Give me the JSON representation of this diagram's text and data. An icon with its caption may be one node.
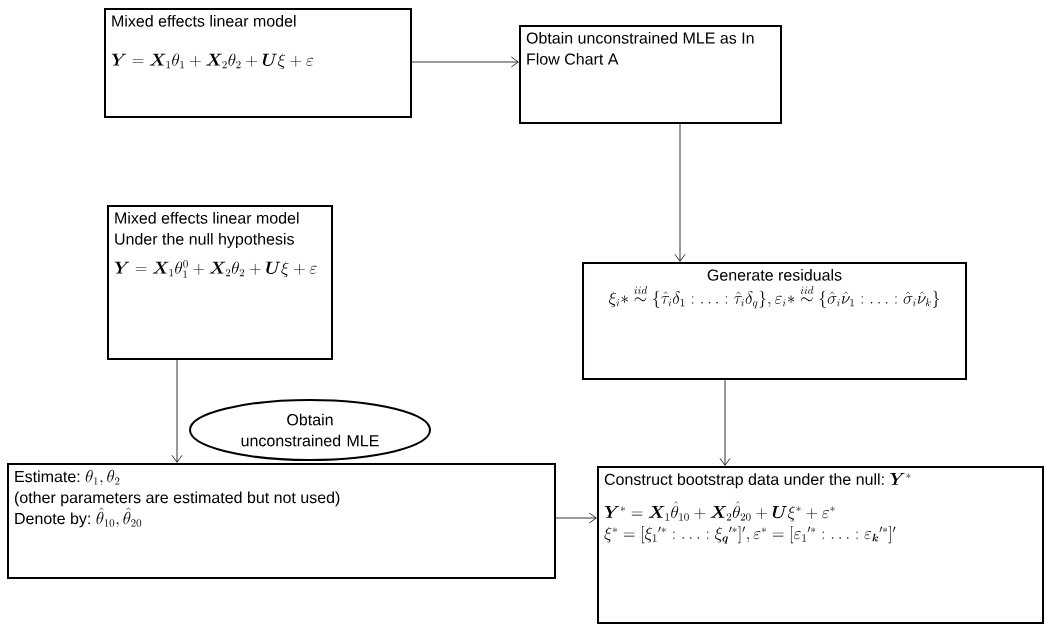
{
  "diagram": {
    "nodes": [
      {
        "text": [
          "Mixed effects linear model",
          "\\bm{Y} = \\bm{X}_1\\theta_1 + \\bm{X}_2\\theta_2 + \\bm{U}\\xi + \\varepsilon"
        ]
      },
      {
        "text": [
          "Obtain unconstrained MLE as In Flow Chart A"
        ]
      },
      {
        "text": [
          "Mixed effects linear model Under the null hypothesis",
          "\\bm{Y} = \\bm{X}_1\\theta_1^0 + \\bm{X}_2\\theta_2 + \\bm{U}\\xi + \\varepsilon"
        ]
      },
      {
        "text": [
          "Generate residuals",
          "\\xi_i{*} \\overset{iid}{\\sim} \\{\\hat{\\tau}_i\\delta_1 : \\ldots : \\hat{\\tau}_i\\delta_q\\}, \\varepsilon_i{*} \\overset{iid}{\\sim} \\{\\hat{\\sigma}_i\\hat{\\nu}_1 : \\ldots : \\hat{\\sigma}_i\\hat{\\nu}_k\\}"
        ]
      },
      {
        "text": [
          "Obtain unconstrained MLE"
        ]
      },
      {
        "text": [
          "Estimate:",
          "\\theta_1, \\theta_2",
          "(other parameters are estimated but not used)",
          "Denote by:",
          "\\hat{\\theta}_{10}, \\hat{\\theta}_{20}"
        ]
      },
      {
        "text": [
          "Construct bootstrap data under the null:",
          "\\bm{Y}^*",
          "\\bm{Y}^* = \\bm{X}_1\\hat{\\theta}_{10} + \\bm{X}_2\\hat{\\theta}_{20} + \\bm{U}\\xi^* + \\varepsilon^*",
          "\\xi^* = [\\xi_1{'^*} : \\ldots : \\xi_{\\bm{q}}{'^*}]', \\varepsilon^* = [\\varepsilon_1{'^*} : \\ldots : \\varepsilon_{\\bm{k}}{'^*}]'"
        ]
      }
    ],
    "edges": [
      {
        "from": 0,
        "to": 1,
        "arrow": "to"
      },
      {
        "from": 1,
        "to": 3,
        "arrow": "to"
      },
      {
        "from": 2,
        "to": 5,
        "arrow": "to"
      },
      {
        "from": 3,
        "to": 6,
        "arrow": "to"
      },
      {
        "from": 5,
        "to": 6,
        "arrow": "to"
      }
    ]
  }
}
